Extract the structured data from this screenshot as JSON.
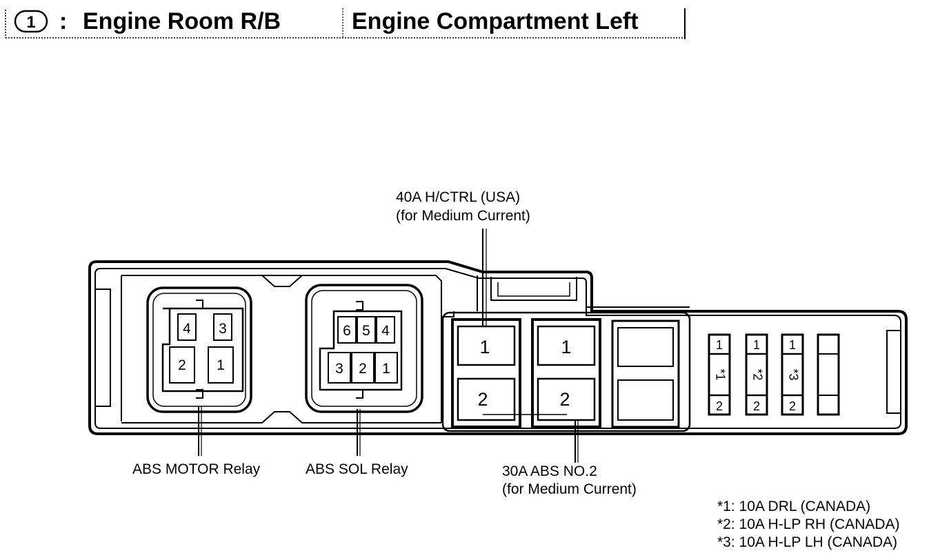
{
  "header": {
    "location_number": "1",
    "colon": ":",
    "block_name": "Engine Room R/B",
    "location": "Engine Compartment Left"
  },
  "relays": {
    "abs_motor": {
      "label": "ABS MOTOR Relay",
      "pins": [
        "4",
        "3",
        "2",
        "1"
      ]
    },
    "abs_sol": {
      "label": "ABS SOL Relay",
      "pins": [
        "6",
        "5",
        "4",
        "3",
        "2",
        "1"
      ]
    }
  },
  "fuses": {
    "h_ctrl": {
      "label_line1": "40A H/CTRL (USA)",
      "label_line2": "(for Medium Current)",
      "pin1": "1",
      "pin2": "2"
    },
    "abs_no2": {
      "label_line1": "30A ABS NO.2",
      "label_line2": "(for Medium Current)",
      "pin1": "1",
      "pin2": "2"
    },
    "small": [
      {
        "top": "1",
        "mid": "*1",
        "bottom": "2"
      },
      {
        "top": "1",
        "mid": "*2",
        "bottom": "2"
      },
      {
        "top": "1",
        "mid": "*3",
        "bottom": "2"
      }
    ]
  },
  "notes": [
    "*1: 10A DRL (CANADA)",
    "*2: 10A H-LP RH (CANADA)",
    "*3: 10A H-LP LH (CANADA)"
  ]
}
